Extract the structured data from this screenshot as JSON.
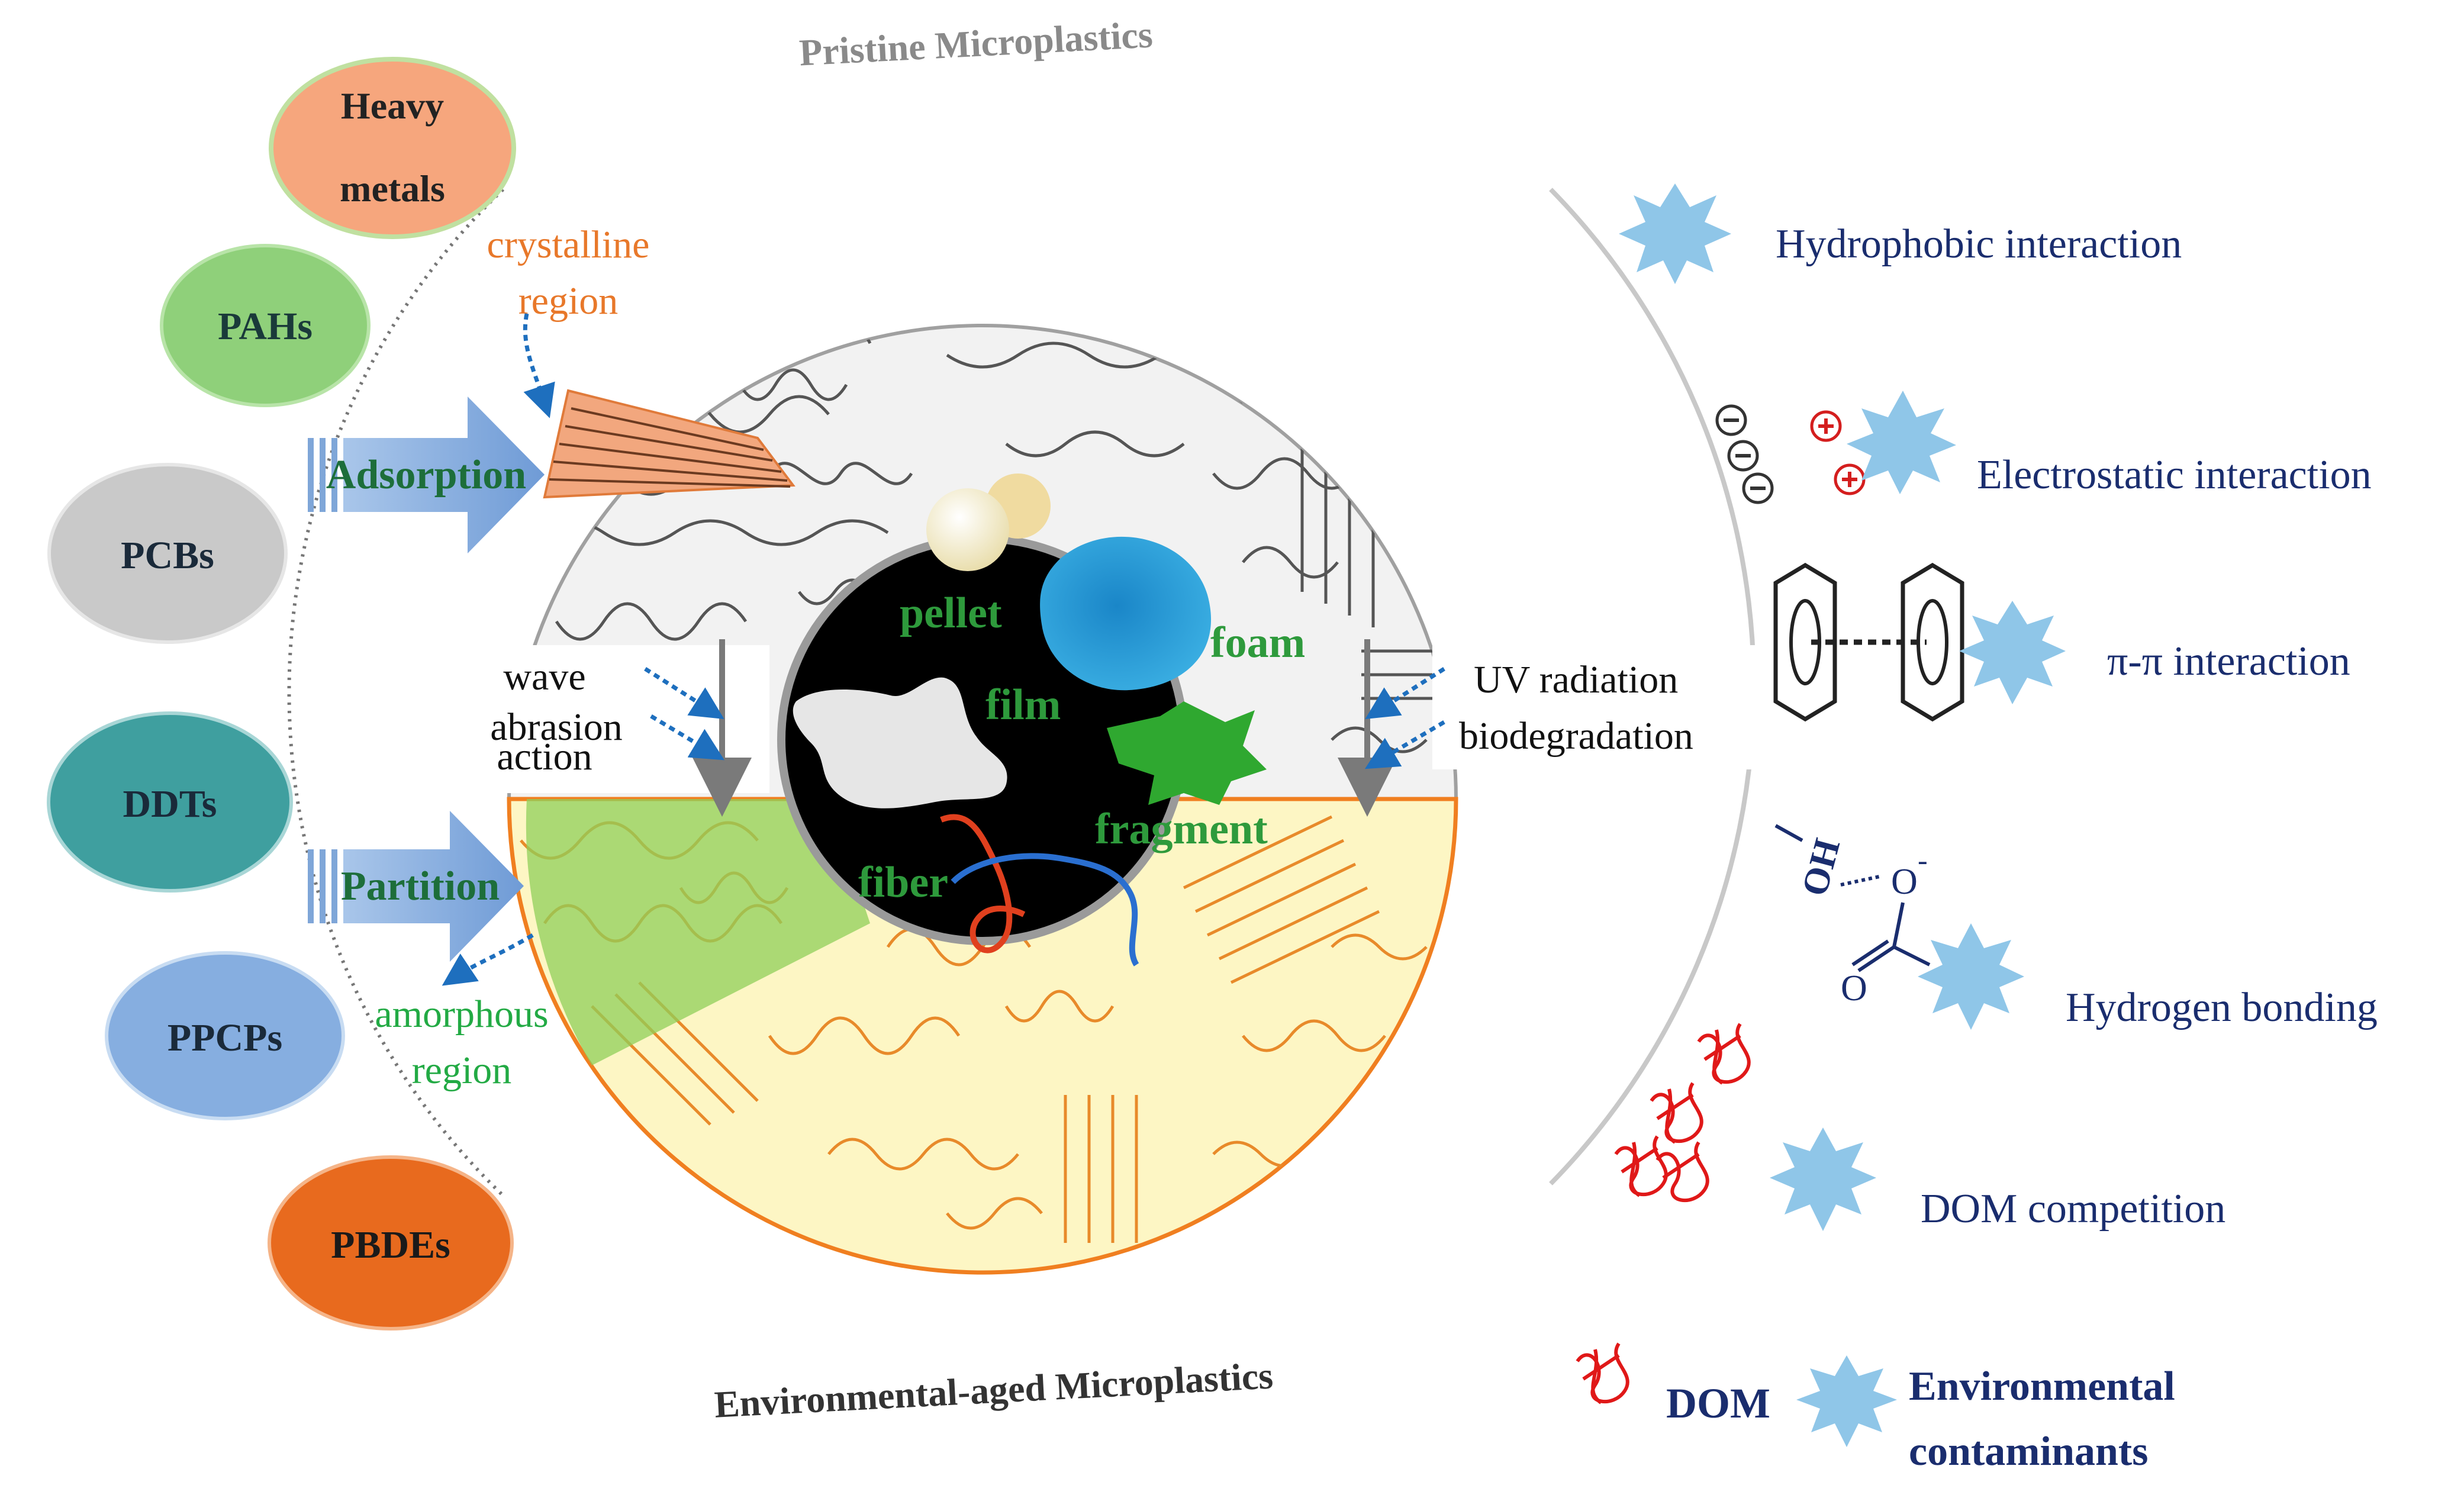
{
  "titles": {
    "top": "Pristine Microplastics",
    "bottom": "Environmental-aged Microplastics"
  },
  "contaminants": [
    {
      "line1": "Heavy",
      "line2": "metals",
      "color": "#f6a67d"
    },
    {
      "line1": "PAHs",
      "line2": "",
      "color": "#8fd07a"
    },
    {
      "line1": "PCBs",
      "line2": "",
      "color": "#c9c9c9"
    },
    {
      "line1": "DDTs",
      "line2": "",
      "color": "#3f9f9f"
    },
    {
      "line1": "PPCPs",
      "line2": "",
      "color": "#86aee0"
    },
    {
      "line1": "PBDEs",
      "line2": "",
      "color": "#e86a1e"
    }
  ],
  "processes": {
    "adsorption": "Adsorption",
    "partition": "Partition"
  },
  "regions": {
    "crystalline_1": "crystalline",
    "crystalline_2": "region",
    "amorphous_1": "amorphous",
    "amorphous_2": "region"
  },
  "aging": {
    "left_1": "wave",
    "left_2": "abrasion",
    "left_3": "action",
    "right_1": "UV radiation",
    "right_2": "biodegradation"
  },
  "shapes": {
    "pellet": "pellet",
    "foam": "foam",
    "film": "film",
    "fragment": "fragment",
    "fiber": "fiber"
  },
  "interactions": {
    "hydrophobic": "Hydrophobic interaction",
    "electrostatic": "Electrostatic interaction",
    "pipi": "π-π interaction",
    "hbond": "Hydrogen bonding",
    "dom": "DOM competition"
  },
  "chem": {
    "oh": "OH",
    "o_minus": "O",
    "minus_sup": "-",
    "o": "O"
  },
  "legend": {
    "dom": "DOM",
    "env_1": "Environmental",
    "env_2": "contaminants"
  },
  "colors": {
    "accent_blue": "#1a2d6e",
    "green_text": "#2e9a3c",
    "orange_text": "#e8782a",
    "star_blue": "#8fc6e8",
    "arrow_blue": "#7fa6d8"
  }
}
